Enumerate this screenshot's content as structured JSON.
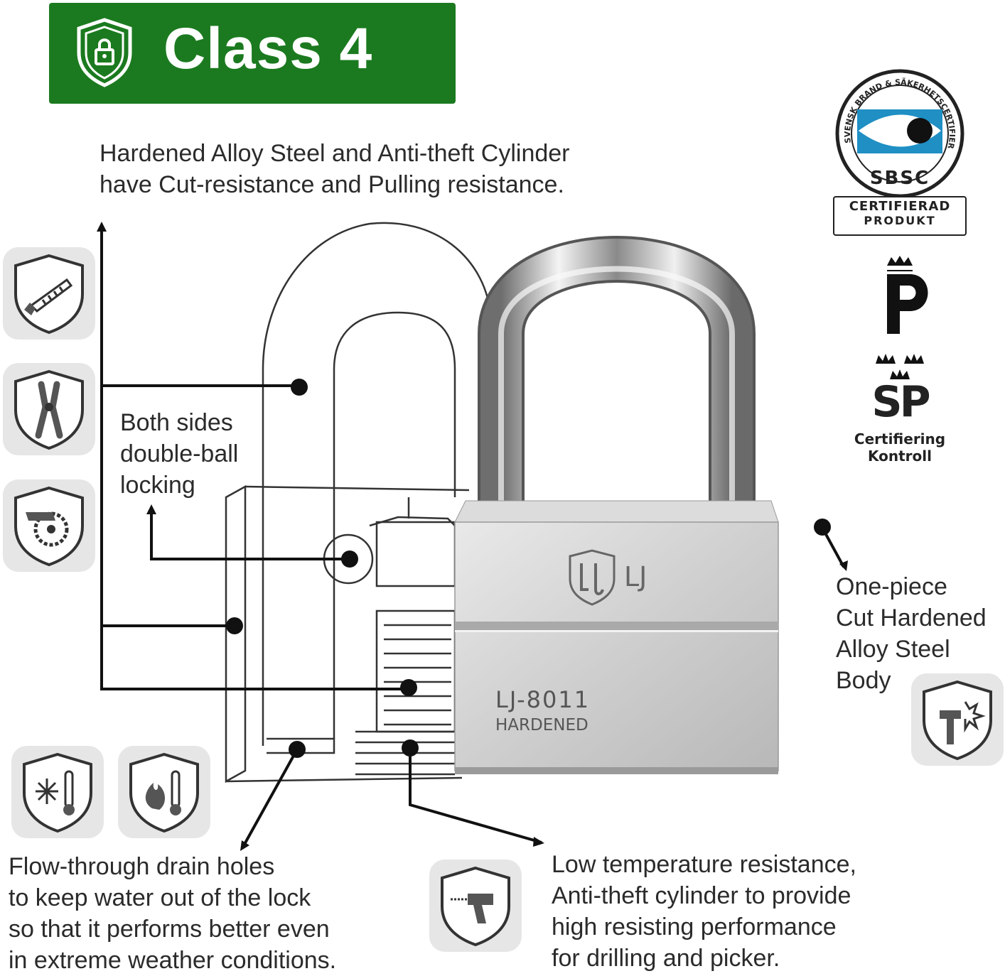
{
  "banner": {
    "title": "Class 4",
    "color": "#1b7a1f",
    "icon": "shield-lock-icon"
  },
  "callouts": {
    "steel": [
      "Hardened Alloy Steel and Anti-theft Cylinder",
      "have Cut-resistance and Pulling resistance."
    ],
    "locking": [
      "Both sides",
      "double-ball",
      "locking"
    ],
    "body": [
      "One-piece",
      "Cut Hardened",
      "Alloy Steel",
      "Body"
    ],
    "drain": [
      "Flow-through drain holes",
      "to keep water out of the lock",
      "so that it performs better even",
      "in extreme weather conditions."
    ],
    "temperature": [
      "Low temperature resistance,",
      "Anti-theft cylinder to provide",
      "high resisting performance",
      "for drilling and picker."
    ]
  },
  "lock": {
    "brand": "LJ",
    "model": "LJ-8011",
    "marking": "HARDENED"
  },
  "certifications": {
    "sbsc": {
      "ring_text": "SVENSK BRAND & SÄKERHETSCERTIFIERING AB",
      "name": "SBSC",
      "label_line1": "CERTIFIERAD",
      "label_line2": "PRODUKT"
    },
    "sp": {
      "name": "SP",
      "line1": "Certifiering",
      "line2": "Kontroll"
    }
  },
  "icons": [
    "saw-shield-icon",
    "bolt-cutter-shield-icon",
    "circular-saw-shield-icon",
    "hammer-shield-icon",
    "cold-shield-icon",
    "heat-shield-icon",
    "drill-shield-icon"
  ]
}
